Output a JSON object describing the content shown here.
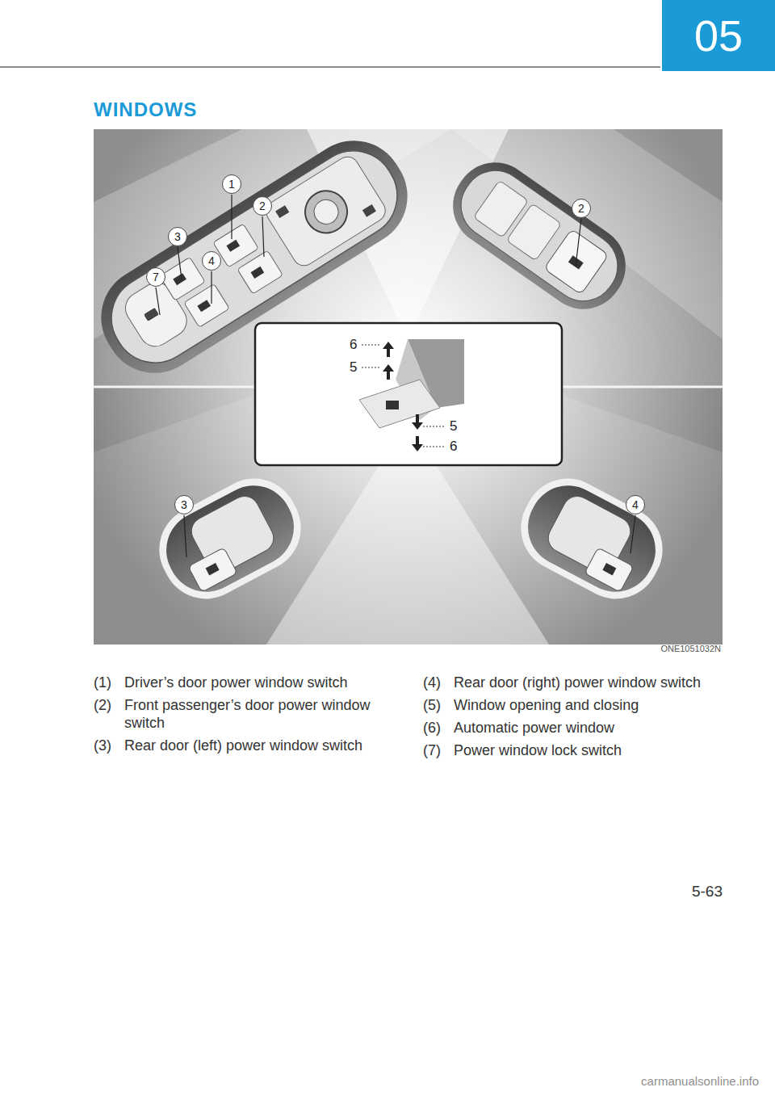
{
  "diagram": {
    "title": "WINDOWS",
    "nodes": [
      {
        "text": [
          "05"
        ]
      }
    ],
    "labels": [
      "1",
      "2",
      "3",
      "7",
      "4",
      "2",
      "6",
      "5",
      "5",
      "6",
      "3",
      "4",
      "ONE1051032N",
      "(1)",
      "Driver’s door power window switch",
      "(2)",
      "Front passenger’s door power window switch",
      "(3)",
      "Rear door (left) power window switch",
      "(4)",
      "Rear door (right) power window switch",
      "(5)",
      "Window opening and closing",
      "(6)",
      "Automatic power window",
      "(7)",
      "Power window lock switch",
      "5-63",
      "carmanualsonline.info"
    ]
  }
}
